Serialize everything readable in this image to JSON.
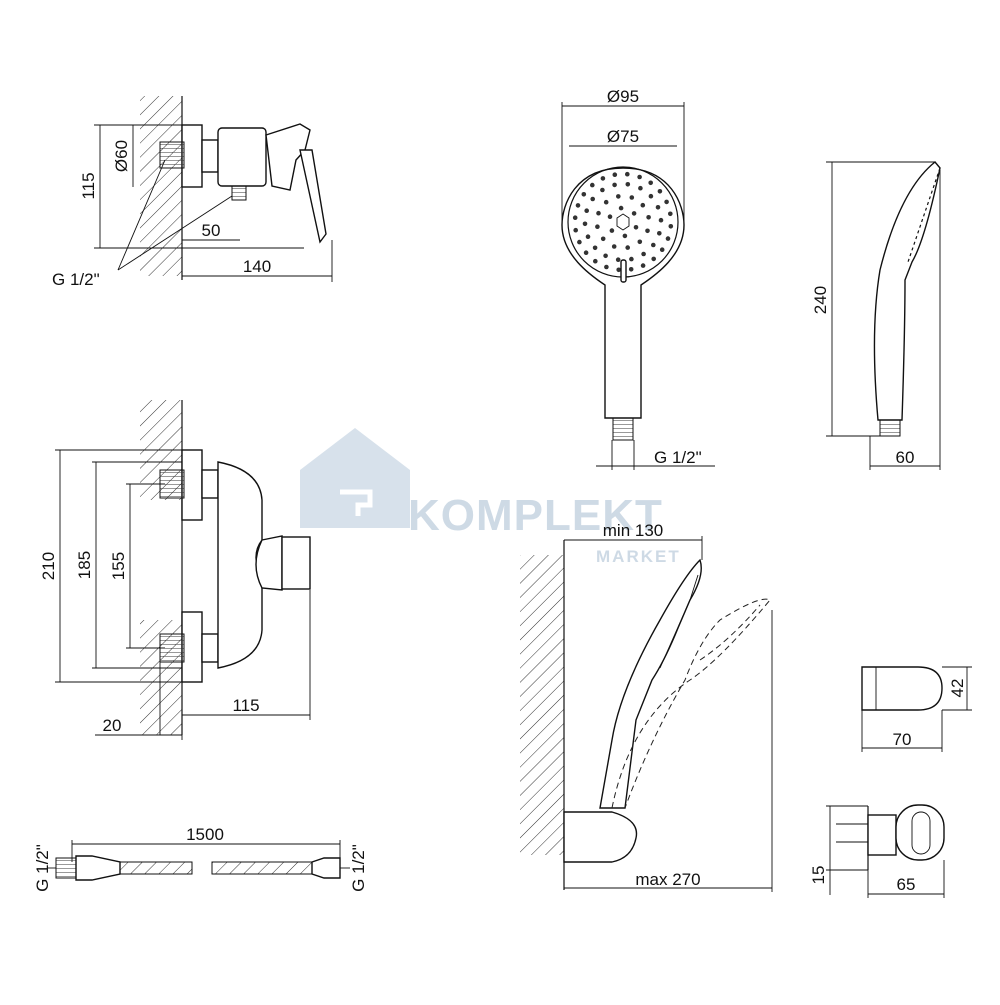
{
  "watermark": {
    "brand": "KOMPLEKT",
    "sub": "MARKET"
  },
  "mixer_side": {
    "height": "115",
    "diameter": "Ø60",
    "offset": "50",
    "depth": "140",
    "thread": "G 1/2\""
  },
  "mixer_front": {
    "total": "210",
    "mid": "185",
    "axis": "155",
    "depth": "115",
    "wall": "20"
  },
  "hand_shower_front": {
    "outer_d": "Ø95",
    "inner_d": "Ø75",
    "thread": "G 1/2\""
  },
  "hand_shower_side": {
    "length": "240",
    "width": "60"
  },
  "holder_use": {
    "min": "min 130",
    "max": "max 270"
  },
  "holder_top": {
    "height": "42",
    "width": "70"
  },
  "holder_side": {
    "thick": "15",
    "depth": "65"
  },
  "hose": {
    "length": "1500",
    "thread_left": "G 1/2\"",
    "thread_right": "G 1/2\""
  }
}
